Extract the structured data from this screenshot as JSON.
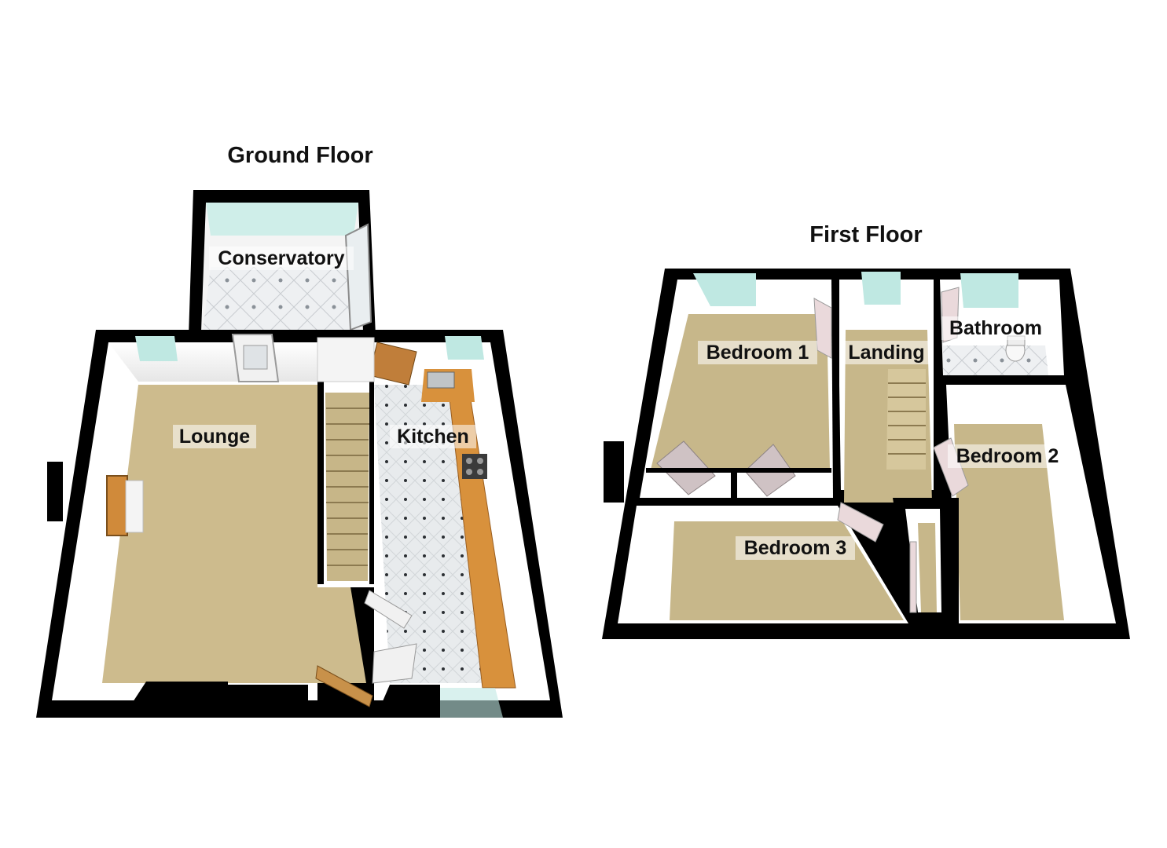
{
  "floors": [
    {
      "title": "Ground Floor",
      "rooms": [
        "Conservatory",
        "Lounge",
        "Kitchen"
      ]
    },
    {
      "title": "First Floor",
      "rooms": [
        "Bedroom 1",
        "Landing",
        "Bathroom",
        "Bedroom 2",
        "Bedroom 3"
      ]
    }
  ],
  "colors": {
    "wall_outer": "#000000",
    "wall_inner": "#ffffff",
    "carpet": "#c9b88b",
    "tile": "#e7eaec",
    "worktop": "#d9923e",
    "stair": "#cbb888",
    "window": "#bfe8e2",
    "door_wood": "#b37a3a",
    "fitted_door": "#cfc2c4"
  },
  "icons": [
    "sink-icon",
    "hob-icon",
    "toilet-icon",
    "basin-icon",
    "fireplace-icon",
    "staircase-icon",
    "door-icon"
  ]
}
